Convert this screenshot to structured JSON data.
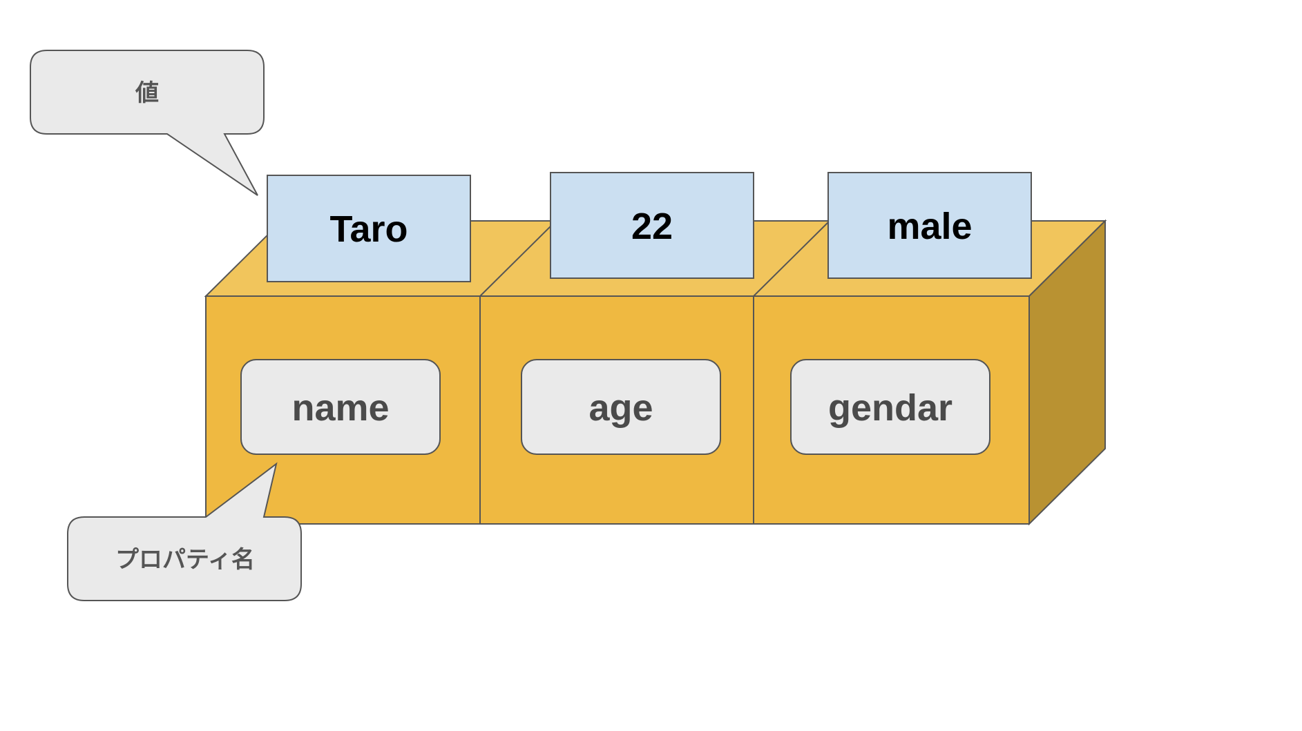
{
  "callouts": {
    "value_label": "値",
    "property_label": "プロパティ名"
  },
  "boxes": [
    {
      "value": "Taro",
      "property": "name"
    },
    {
      "value": "22",
      "property": "age"
    },
    {
      "value": "male",
      "property": "gendar"
    }
  ],
  "colors": {
    "box_front": "#efb941",
    "box_top": "#f1c55c",
    "box_side": "#b99232",
    "value_card": "#cbdff1",
    "label_card": "#eaeaea",
    "outline": "#555555"
  }
}
